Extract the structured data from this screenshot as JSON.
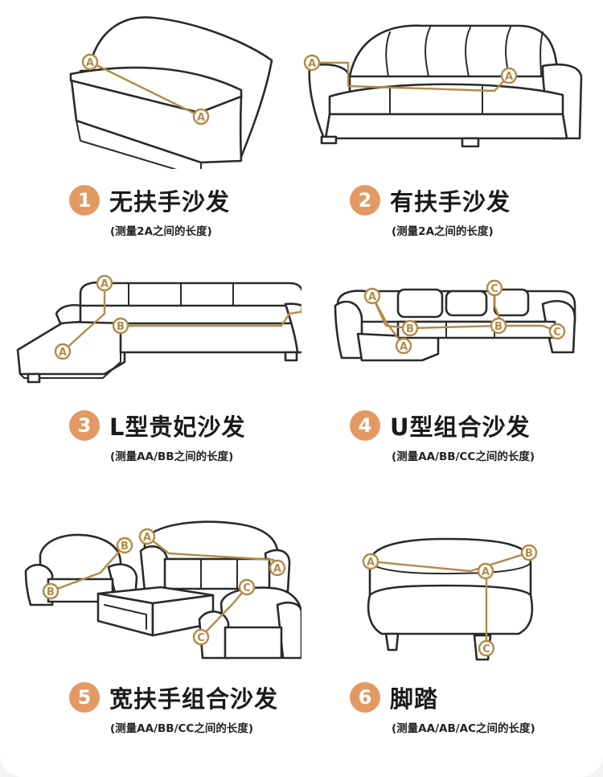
{
  "items": [
    {
      "number": "1",
      "title": "无扶手沙发",
      "note": "(测量2A之间的长度)"
    },
    {
      "number": "2",
      "title": "有扶手沙发",
      "note": "(测量2A之间的长度)"
    },
    {
      "number": "3",
      "title": "L型贵妃沙发",
      "note": "(测量AA/BB之间的长度)"
    },
    {
      "number": "4",
      "title": "U型组合沙发",
      "note": "(测量AA/BB/CC之间的长度)"
    },
    {
      "number": "5",
      "title": "宽扶手组合沙发",
      "note": "(测量AA/BB/CC之间的长度)"
    },
    {
      "number": "6",
      "title": "脚踏",
      "note": "(测量AA/AB/AC之间的长度)"
    }
  ],
  "markers": {
    "a": "A",
    "b": "B",
    "c": "C"
  },
  "colors": {
    "accent": "#e39a62",
    "measure_line": "#b48a48"
  }
}
